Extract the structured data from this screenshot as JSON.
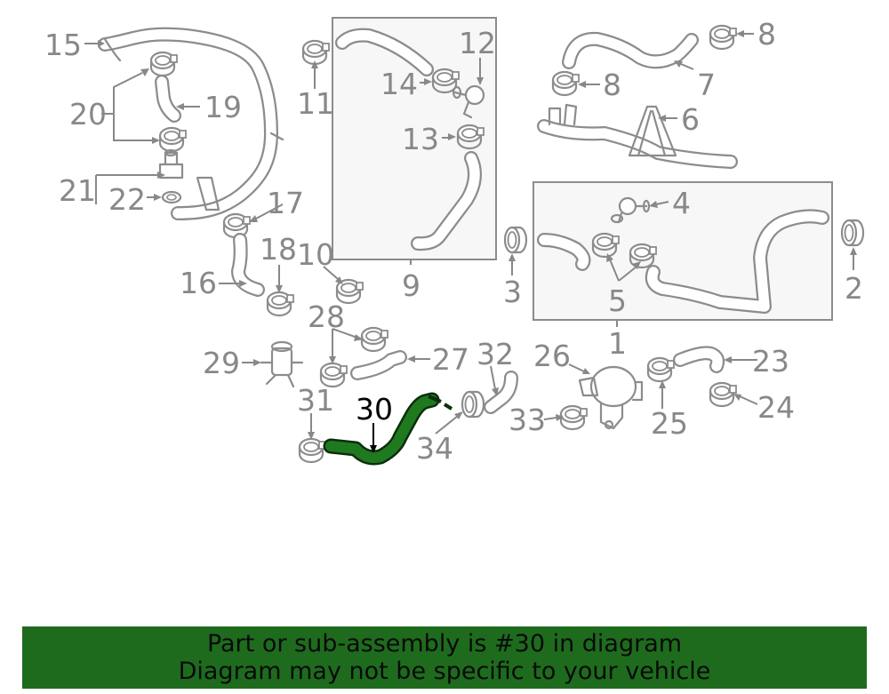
{
  "callouts": {
    "c1": "1",
    "c2": "2",
    "c3": "3",
    "c4": "4",
    "c5": "5",
    "c6": "6",
    "c7": "7",
    "c8a": "8",
    "c8b": "8",
    "c9": "9",
    "c10": "10",
    "c11": "11",
    "c12": "12",
    "c13": "13",
    "c14": "14",
    "c15": "15",
    "c16": "16",
    "c17": "17",
    "c18": "18",
    "c19": "19",
    "c20": "20",
    "c21": "21",
    "c22": "22",
    "c23": "23",
    "c24": "24",
    "c25": "25",
    "c26": "26",
    "c27": "27",
    "c28": "28",
    "c29": "29",
    "c30": "30",
    "c31": "31",
    "c32": "32",
    "c33": "33",
    "c34": "34"
  },
  "highlighted_part": "30",
  "colors": {
    "highlight": "#1f7a1f",
    "banner": "#1e6b1e",
    "lines": "#888888"
  },
  "banner": {
    "line1": "Part or sub-assembly is #30 in diagram",
    "line2": "Diagram may not be specific to your vehicle"
  }
}
